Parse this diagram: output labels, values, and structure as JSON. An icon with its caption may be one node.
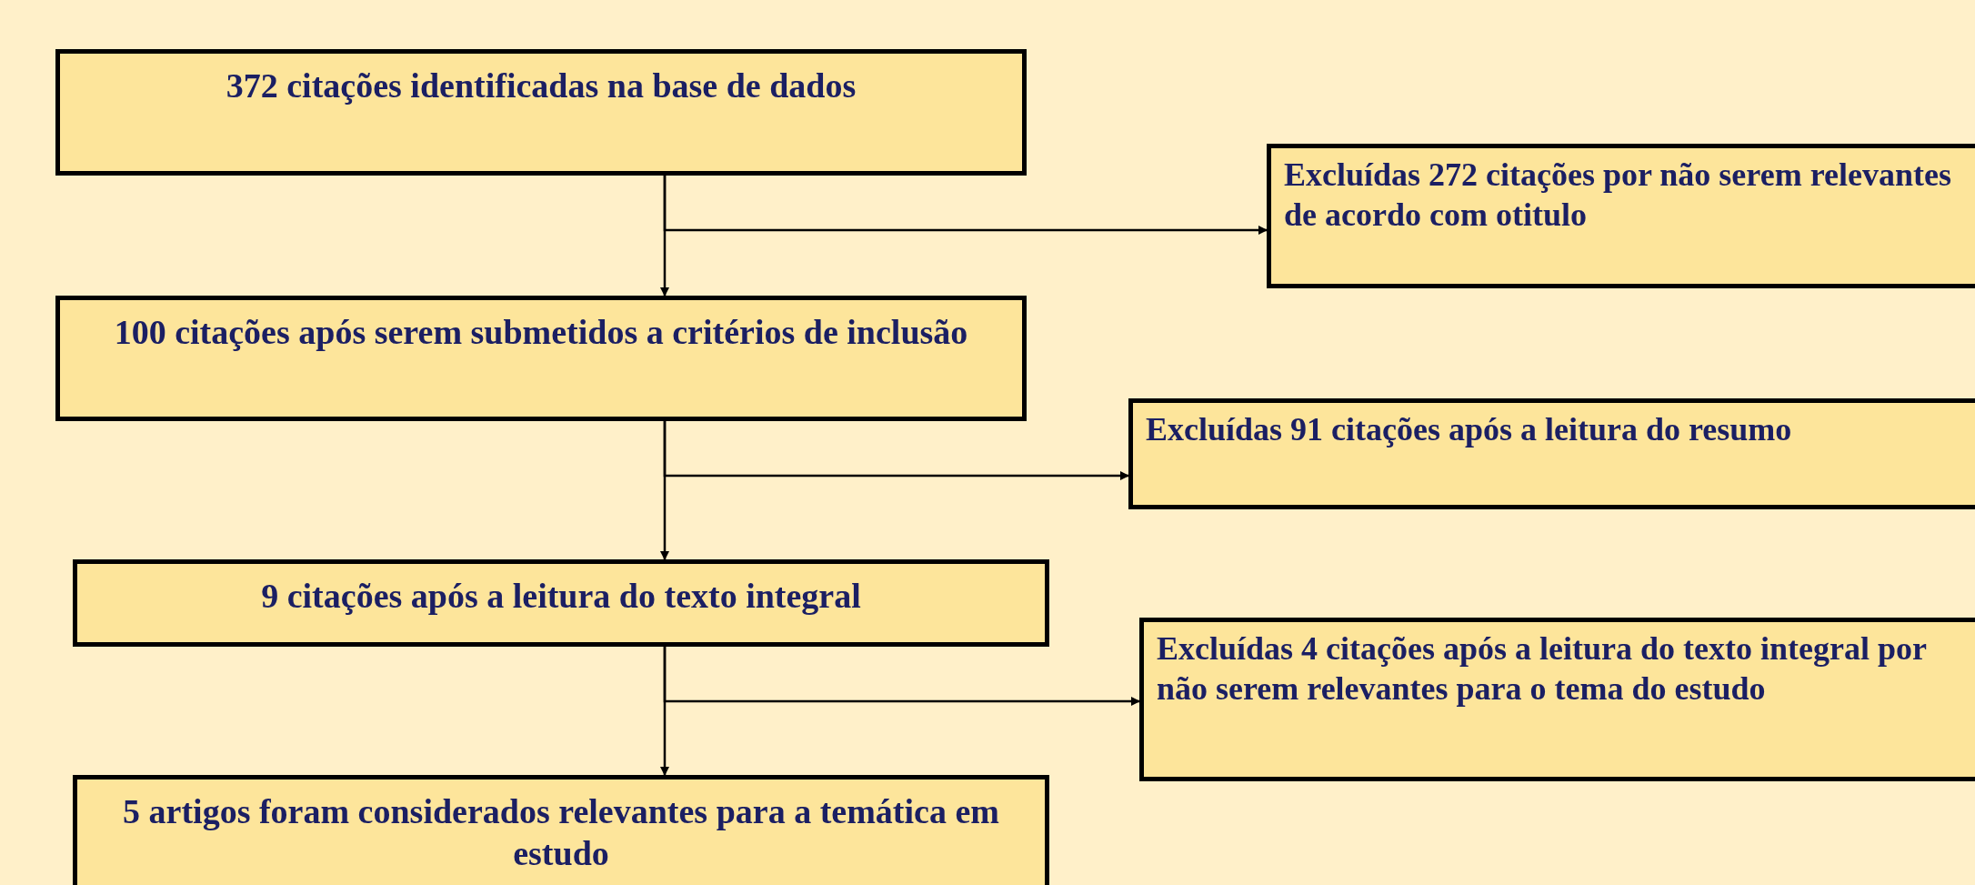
{
  "diagram": {
    "nodes": [
      {
        "text": [
          "372 citações identificadas na base de dados"
        ]
      },
      {
        "text": [
          "Excluídas 272 citações por não serem relevantes de acordo com otitulo"
        ]
      },
      {
        "text": [
          "100 citações após serem submetidos a critérios de inclusão"
        ]
      },
      {
        "text": [
          "Excluídas 91 citações após a leitura do resumo"
        ]
      },
      {
        "text": [
          "9 citações após a leitura do texto integral"
        ]
      },
      {
        "text": [
          "Excluídas 4 citações após a leitura do texto integral por não serem relevantes para o tema do estudo"
        ]
      },
      {
        "text": [
          "5 artigos foram considerados relevantes para a temática em estudo"
        ]
      }
    ],
    "edges": [
      {
        "from": 0,
        "to": 2,
        "arrow": "to"
      },
      {
        "from": 0,
        "to": 1,
        "arrow": "to"
      },
      {
        "from": 2,
        "to": 4,
        "arrow": "to"
      },
      {
        "from": 2,
        "to": 3,
        "arrow": "to"
      },
      {
        "from": 4,
        "to": 6,
        "arrow": "to"
      },
      {
        "from": 4,
        "to": 5,
        "arrow": "to"
      }
    ]
  }
}
